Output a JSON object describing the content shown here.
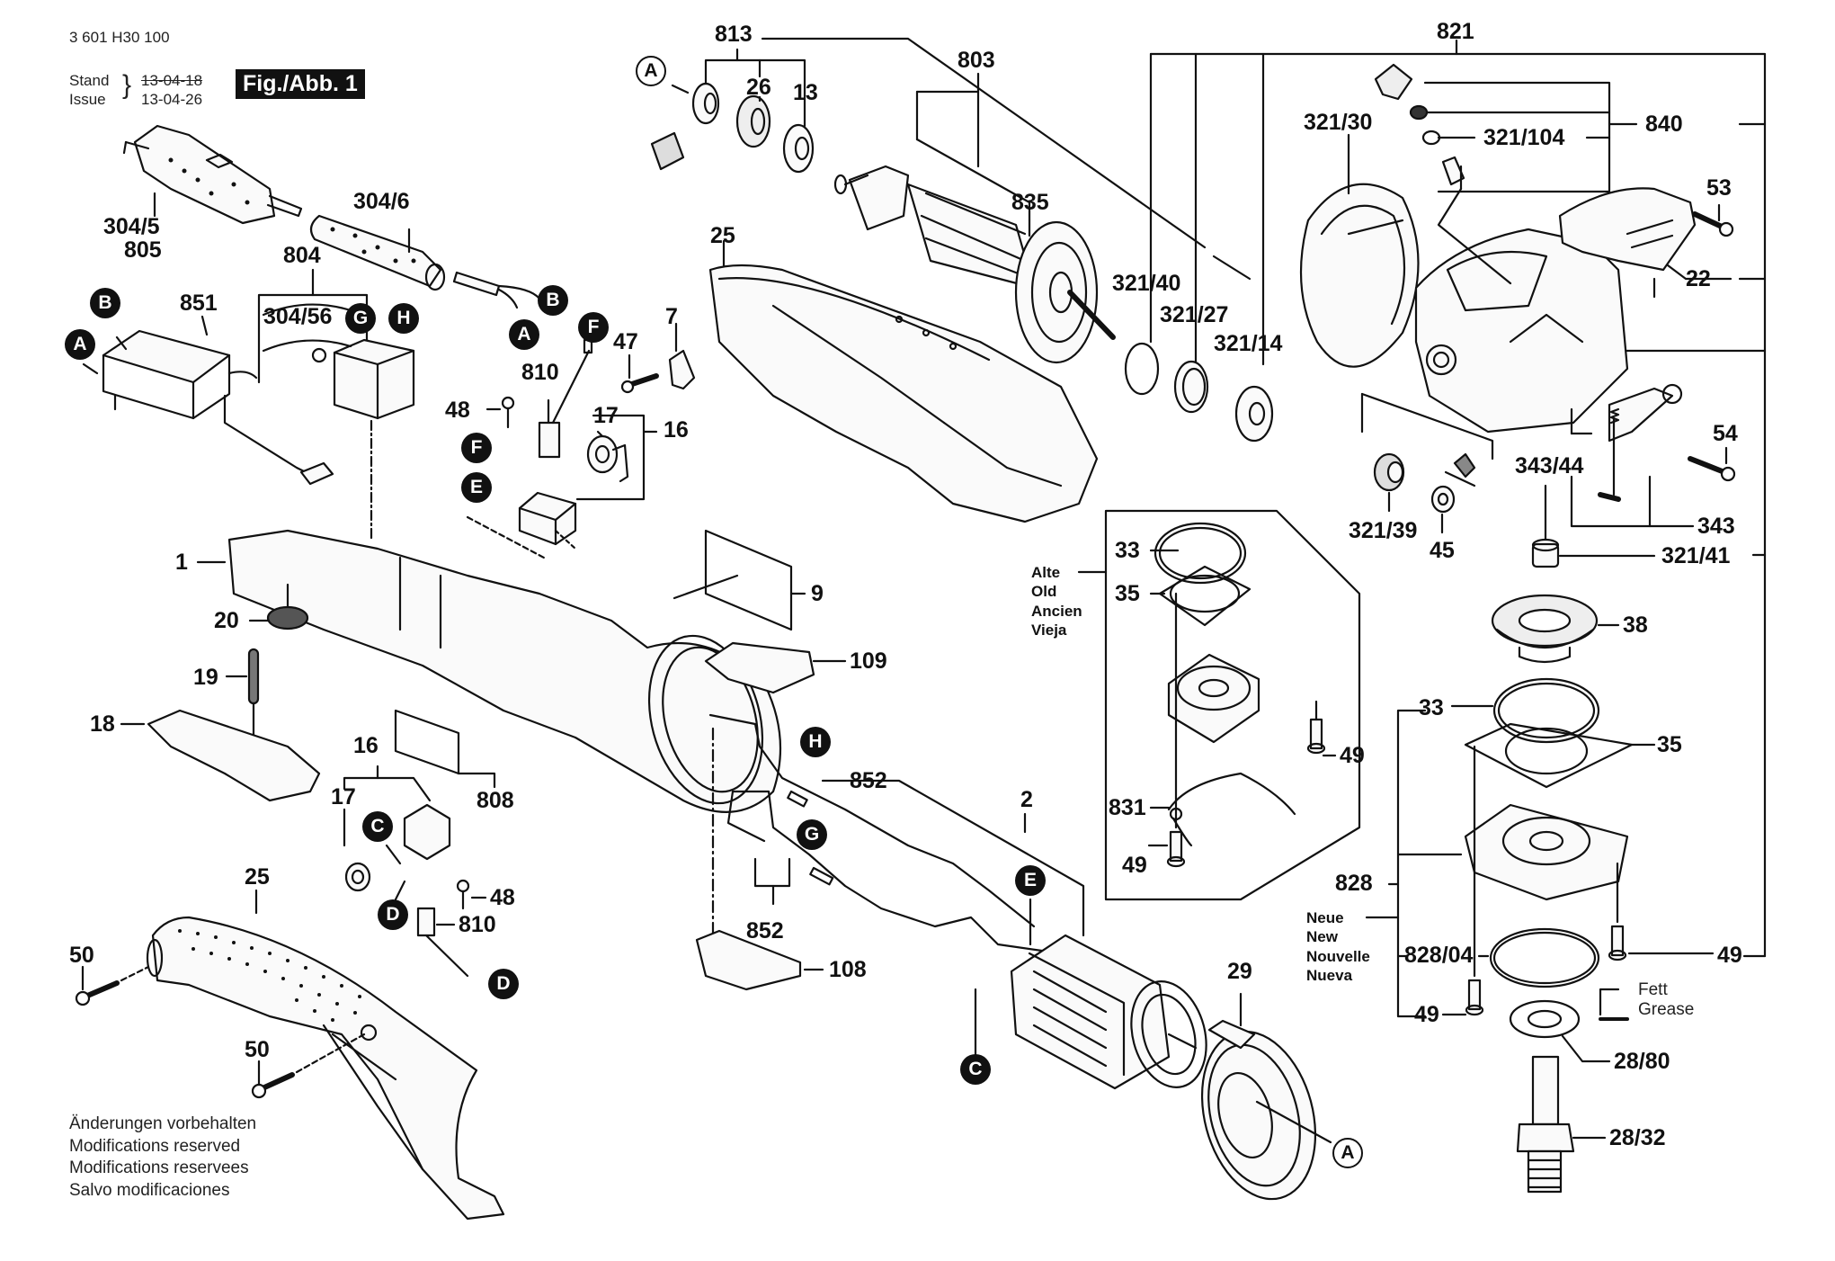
{
  "header": {
    "part_number": "3 601 H30 100",
    "stand_label": "Stand",
    "issue_label": "Issue",
    "old_date": "13-04-18",
    "issue_date": "13-04-26",
    "figure_label": "Fig./Abb. 1"
  },
  "notes": [
    "Änderungen vorbehalten",
    "Modifications reserved",
    "Modifications reservees",
    "Salvo modificaciones"
  ],
  "variant_old": [
    "Alte",
    "Old",
    "Ancien",
    "Vieja"
  ],
  "variant_new": [
    "Neue",
    "New",
    "Nouvelle",
    "Nueva"
  ],
  "grease": [
    "Fett",
    "Grease"
  ],
  "part_labels": {
    "p304_5": "304/5",
    "p805": "805",
    "p304_6": "304/6",
    "p804": "804",
    "p304_56": "304/56",
    "p851": "851",
    "p810a": "810",
    "p47": "47",
    "p7": "7",
    "p48a": "48",
    "p17a": "17",
    "p16a": "16",
    "p25a": "25",
    "p813": "813",
    "p26": "26",
    "p13": "13",
    "p803": "803",
    "p835": "835",
    "p821": "821",
    "p321_30": "321/30",
    "p321_104": "321/104",
    "p840": "840",
    "p53": "53",
    "p22": "22",
    "p321_40": "321/40",
    "p321_27": "321/27",
    "p321_14": "321/14",
    "p54": "54",
    "p343_44": "343/44",
    "p343": "343",
    "p321_39": "321/39",
    "p45": "45",
    "p321_41": "321/41",
    "p38": "38",
    "p1": "1",
    "p20": "20",
    "p9": "9",
    "p109": "109",
    "p19": "19",
    "p18": "18",
    "p16b": "16",
    "p17b": "17",
    "p808": "808",
    "p852a": "852",
    "p2": "2",
    "p852b": "852",
    "p108": "108",
    "p48b": "48",
    "p810b": "810",
    "p25b": "25",
    "p50a": "50",
    "p50b": "50",
    "p29": "29",
    "old33": "33",
    "old35": "35",
    "old49a": "49",
    "old831": "831",
    "old49b": "49",
    "new33": "33",
    "new35": "35",
    "p828": "828",
    "p828_04": "828/04",
    "new49a": "49",
    "new49b": "49",
    "p28_80": "28/80",
    "p28_32": "28/32"
  },
  "connectors": {
    "A": "A",
    "B": "B",
    "C": "C",
    "D": "D",
    "E": "E",
    "F": "F",
    "G": "G",
    "H": "H"
  }
}
